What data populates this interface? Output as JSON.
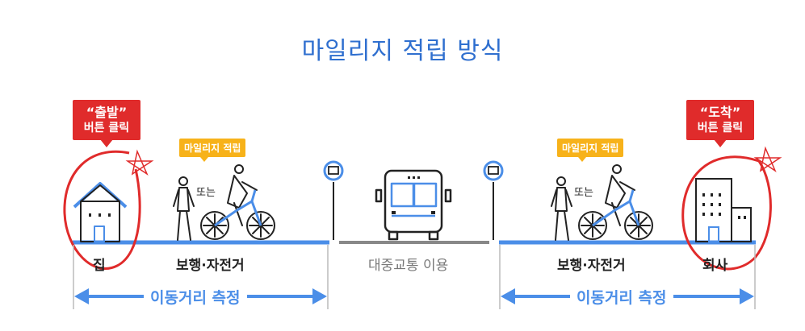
{
  "title": "마일리지 적립 방식",
  "start_callout": {
    "line1": "“출발”",
    "line2": "버튼 클릭"
  },
  "arrive_callout": {
    "line1": "“도착”",
    "line2": "버튼 클릭"
  },
  "mileage_tag_left": "마일리지 적립",
  "mileage_tag_right": "마일리지 적립",
  "or_text_left": "또는",
  "or_text_right": "또는",
  "labels": {
    "home": "집",
    "walk_bike_left": "보행·자전거",
    "transit": "대중교통 이용",
    "walk_bike_right": "보행·자전거",
    "office": "회사"
  },
  "measure_left": "이동거리 측정",
  "measure_right": "이동거리 측정",
  "colors": {
    "blue": "#4b8ee8",
    "red": "#e02b2b",
    "orange": "#f7b21a",
    "gray": "#888888",
    "title": "#2f6fcf"
  }
}
